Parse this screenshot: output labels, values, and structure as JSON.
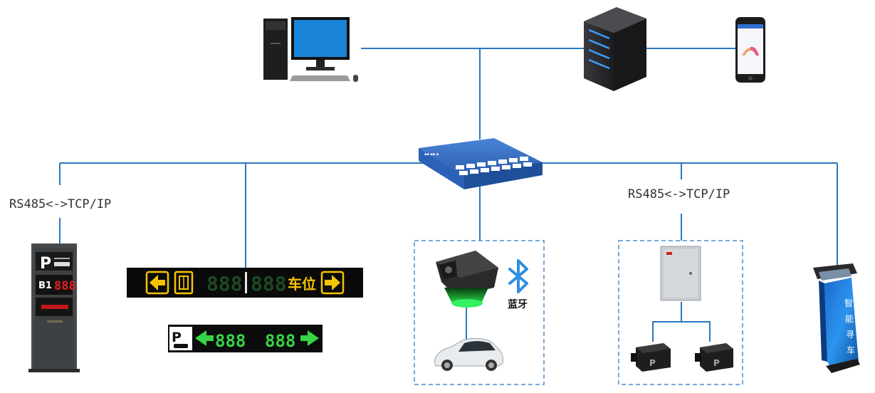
{
  "labels": {
    "protocol_left": "RS485<->TCP/IP",
    "protocol_right": "RS485<->TCP/IP",
    "bluetooth": "蓝牙"
  },
  "guidance_sign": {
    "digits_left": "888",
    "digits_right": "888",
    "suffix": "车位"
  },
  "space_sign": {
    "digits_left": "888",
    "digits_right": "888"
  },
  "entrance_screen": {
    "letter": "P",
    "floor": "B1",
    "digits": "888"
  },
  "colors": {
    "network_line": "#2a78c0",
    "group_border": "#4a8fd0",
    "amber": "#f5c400",
    "led_green": "#37d445",
    "led_red": "#e02020",
    "bluetooth_blue": "#2f8fe0"
  },
  "icons": [
    "desktop-computer-icon",
    "server-icon",
    "smartphone-icon",
    "network-switch-icon",
    "parking-guidance-terminal-icon",
    "guidance-led-sign-icon",
    "space-count-led-sign-icon",
    "camera-detector-icon",
    "bluetooth-icon",
    "car-icon",
    "controller-box-icon",
    "vehicle-sensor-icon",
    "query-kiosk-icon"
  ]
}
